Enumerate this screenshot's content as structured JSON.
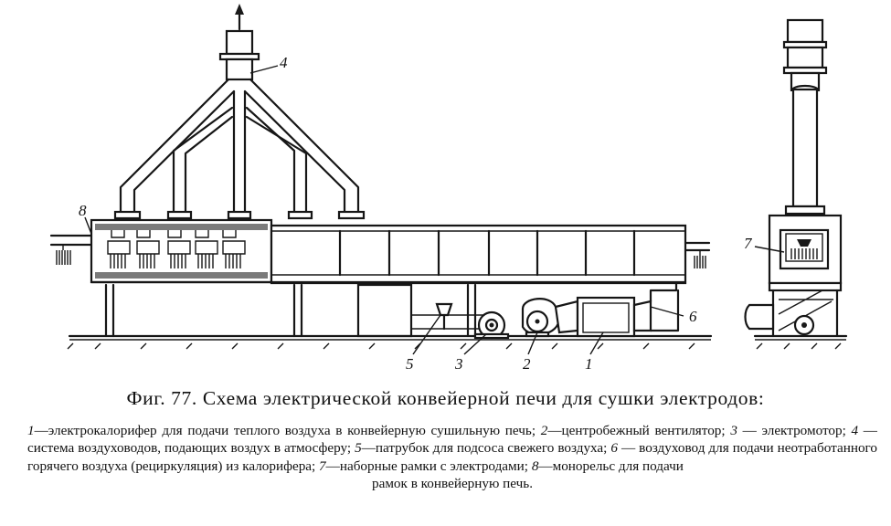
{
  "figure": {
    "callouts": [
      "1",
      "2",
      "3",
      "4",
      "5",
      "6",
      "7",
      "8"
    ],
    "caption_title": "Фиг. 77. Схема электрической конвейерной печи для сушки электродов:",
    "legend": [
      {
        "num": "1",
        "text": "—электрокалорифер для подачи теплого воздуха в конвейерную сушильную печь; "
      },
      {
        "num": "2",
        "text": "—центробежный вентилятор; "
      },
      {
        "num": "3",
        "text": " — электромотор; "
      },
      {
        "num": "4",
        "text": " — система воздуховодов, подающих воздух в атмосферу; "
      },
      {
        "num": "5",
        "text": "—патрубок для подсоса свежего воздуха; "
      },
      {
        "num": "6",
        "text": " — воздуховод для подачи неотработанного горячего воздуха (рециркуляция) из калорифера; "
      },
      {
        "num": "7",
        "text": "—наборные рамки с электродами; "
      },
      {
        "num": "8",
        "text": "—монорельс для подачи"
      }
    ],
    "legend_tail": "рамок в конвейерную печь."
  }
}
